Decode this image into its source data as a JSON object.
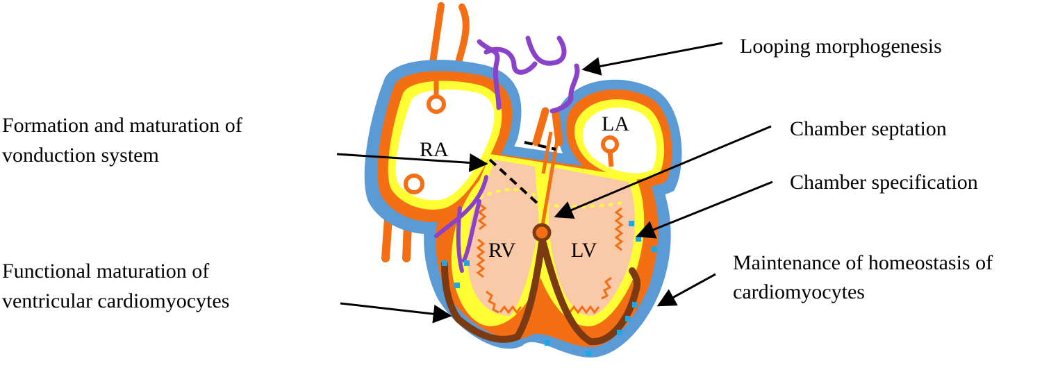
{
  "colors": {
    "blue": "#5b9bd5",
    "orange": "#f46f13",
    "yellow": "#ffff33",
    "peach": "#f9c9a8",
    "purple": "#8a42c8",
    "brown": "#7b3a12",
    "cyan": "#1ba8e8",
    "arrow": "#000000"
  },
  "chambers": {
    "ra": "RA",
    "la": "LA",
    "rv": "RV",
    "lv": "LV"
  },
  "labels": {
    "looping": "Looping morphogenesis",
    "conduction": [
      "Formation and maturation of",
      "vonduction system"
    ],
    "septation": "Chamber septation",
    "specification": "Chamber specification",
    "functional": [
      "Functional maturation of",
      "ventricular cardiomyocytes"
    ],
    "homeostasis": [
      "Maintenance of homeostasis of",
      "cardiomyocytes"
    ]
  }
}
